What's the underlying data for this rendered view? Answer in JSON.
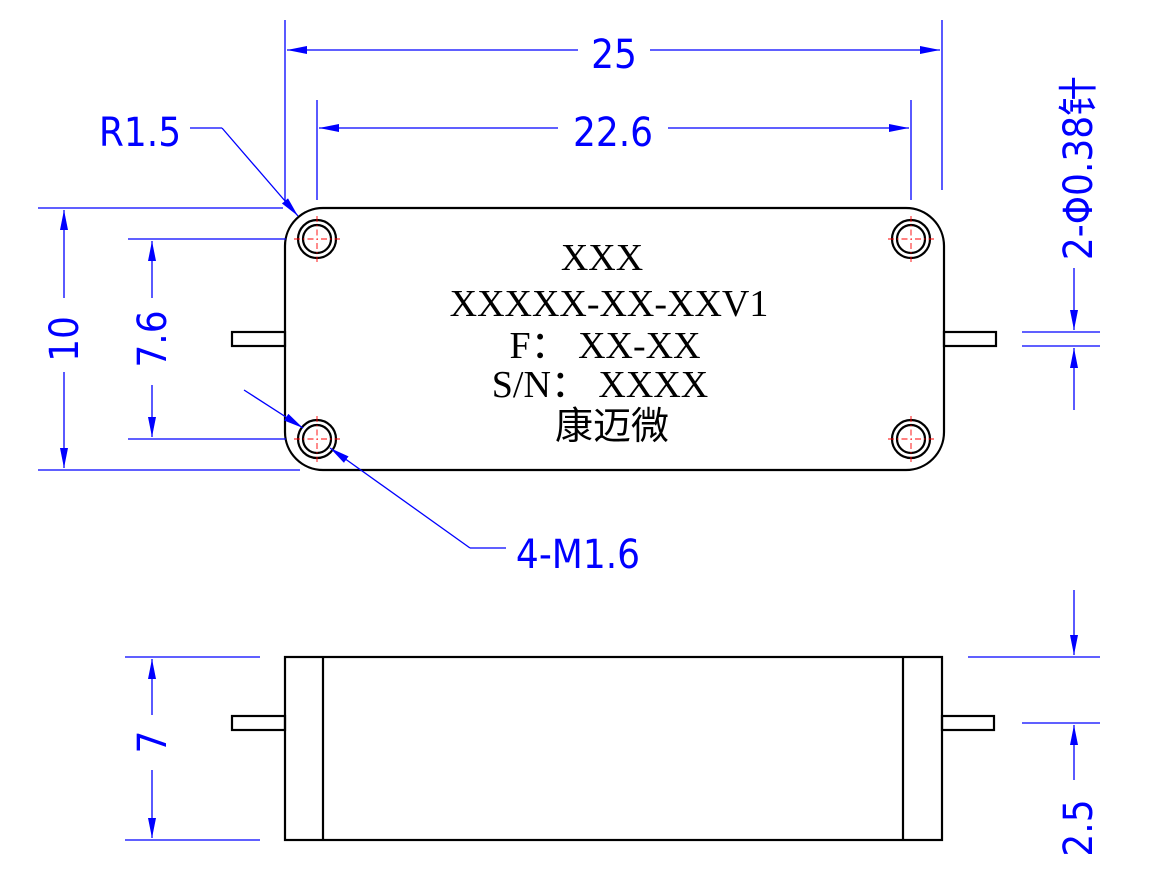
{
  "front_view": {
    "label": {
      "line1": "XXX",
      "line2": "XXXXX-XX-XXV1",
      "line3": "F： XX-XX",
      "line4": "S/N： XXXX",
      "line5": "康迈微"
    }
  },
  "dimensions": {
    "overall_length": "25",
    "hole_spacing_x": "22.6",
    "corner_radius": "R1.5",
    "overall_width": "10",
    "hole_spacing_y": "7.6",
    "mount_holes": "4-M1.6",
    "pins": "2-Φ0.38针",
    "height": "7",
    "pin_height": "2.5"
  },
  "colors": {
    "outline": "#000000",
    "dimension": "#0000ff",
    "centerline": "#ff0000"
  }
}
